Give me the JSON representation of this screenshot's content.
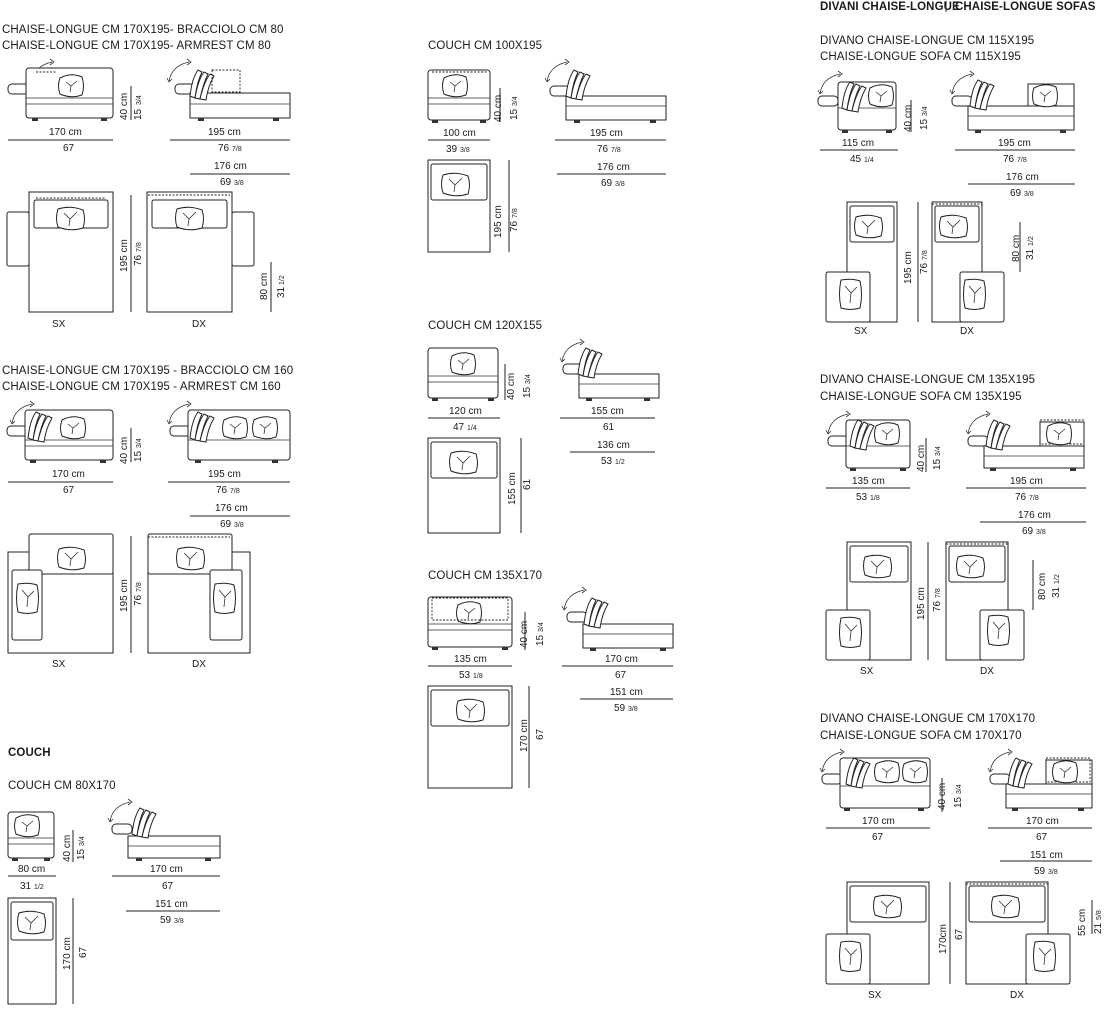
{
  "header": {
    "title_left": "DIVANI CHAISE-LONGUE",
    "title_right": "CHAISE-LONGUE SOFAS"
  },
  "labels": {
    "sx": "SX",
    "dx": "DX"
  },
  "sections": {
    "cl80": {
      "title_it": "CHAISE-LONGUE CM 170X195- BRACCIOLO CM 80",
      "title_en": "CHAISE-LONGUE CM 170X195- ARMREST CM 80",
      "dims": {
        "w_cm": "170 cm",
        "w_in": "67",
        "d_cm": "195 cm",
        "d_in": "76",
        "d_frac": "7/8",
        "s_cm": "176 cm",
        "s_in": "69",
        "s_frac": "3/8",
        "h_cm": "40 cm",
        "h_in": "15",
        "h_frac": "3/4",
        "pd_cm": "195 cm",
        "pd_in": "76",
        "pd_frac": "7/8",
        "a_cm": "80 cm",
        "a_in": "31",
        "a_frac": "1/2"
      }
    },
    "cl160": {
      "title_it": "CHAISE-LONGUE CM 170X195 - BRACCIOLO CM 160",
      "title_en": "CHAISE-LONGUE CM 170X195 - ARMREST CM 160",
      "dims": {
        "w_cm": "170 cm",
        "w_in": "67",
        "d_cm": "195 cm",
        "d_in": "76",
        "d_frac": "7/8",
        "s_cm": "176 cm",
        "s_in": "69",
        "s_frac": "3/8",
        "h_cm": "40 cm",
        "h_in": "15",
        "h_frac": "3/4",
        "pd_cm": "195 cm",
        "pd_in": "76",
        "pd_frac": "7/8"
      }
    },
    "couch": {
      "heading": "COUCH",
      "title": "COUCH CM 80X170",
      "dims": {
        "w_cm": "80 cm",
        "w_in": "31",
        "w_frac": "1/2",
        "l_cm": "170 cm",
        "l_in": "67",
        "s_cm": "151 cm",
        "s_in": "59",
        "s_frac": "3/8",
        "h_cm": "40 cm",
        "h_in": "15",
        "h_frac": "3/4",
        "pd_cm": "170 cm",
        "pd_in": "67"
      }
    },
    "c100": {
      "title": "COUCH CM 100X195",
      "dims": {
        "w_cm": "100 cm",
        "w_in": "39",
        "w_frac": "3/8",
        "l_cm": "195 cm",
        "l_in": "76",
        "l_frac": "7/8",
        "s_cm": "176 cm",
        "s_in": "69",
        "s_frac": "3/8",
        "h_cm": "40 cm",
        "h_in": "15",
        "h_frac": "3/4",
        "pd_cm": "195 cm",
        "pd_in": "76",
        "pd_frac": "7/8"
      }
    },
    "c120": {
      "title": "COUCH CM 120X155",
      "dims": {
        "w_cm": "120 cm",
        "w_in": "47",
        "w_frac": "1/4",
        "l_cm": "155 cm",
        "l_in": "61",
        "s_cm": "136 cm",
        "s_in": "53",
        "s_frac": "1/2",
        "h_cm": "40 cm",
        "h_in": "15",
        "h_frac": "3/4",
        "pd_cm": "155 cm",
        "pd_in": "61"
      }
    },
    "c135": {
      "title": "COUCH CM 135X170",
      "dims": {
        "w_cm": "135 cm",
        "w_in": "53",
        "w_frac": "1/8",
        "l_cm": "170 cm",
        "l_in": "67",
        "s_cm": "151 cm",
        "s_in": "59",
        "s_frac": "3/8",
        "h_cm": "40 cm",
        "h_in": "15",
        "h_frac": "3/4",
        "pd_cm": "170 cm",
        "pd_in": "67"
      }
    },
    "d115": {
      "title_it": "DIVANO CHAISE-LONGUE CM 115X195",
      "title_en": "CHAISE-LONGUE SOFA  CM 115X195",
      "dims": {
        "w_cm": "115 cm",
        "w_in": "45",
        "w_frac": "1/4",
        "l_cm": "195 cm",
        "l_in": "76",
        "l_frac": "7/8",
        "s_cm": "176 cm",
        "s_in": "69",
        "s_frac": "3/8",
        "h_cm": "40 cm",
        "h_in": "15",
        "h_frac": "3/4",
        "pd_cm": "195 cm",
        "pd_in": "76",
        "pd_frac": "7/8",
        "a_cm": "80 cm",
        "a_in": "31",
        "a_frac": "1/2"
      }
    },
    "d135": {
      "title_it": "DIVANO CHAISE-LONGUE CM 135X195",
      "title_en": "CHAISE-LONGUE SOFA CM 135X195",
      "dims": {
        "w_cm": "135 cm",
        "w_in": "53",
        "w_frac": "1/8",
        "l_cm": "195 cm",
        "l_in": "76",
        "l_frac": "7/8",
        "s_cm": "176 cm",
        "s_in": "69",
        "s_frac": "3/8",
        "h_cm": "40 cm",
        "h_in": "15",
        "h_frac": "3/4",
        "pd_cm": "195 cm",
        "pd_in": "76",
        "pd_frac": "7/8",
        "a_cm": "80 cm",
        "a_in": "31",
        "a_frac": "1/2"
      }
    },
    "d170": {
      "title_it": "DIVANO CHAISE-LONGUE CM 170X170",
      "title_en": "CHAISE-LONGUE SOFA CM 170X170",
      "dims": {
        "w_cm": "170 cm",
        "w_in": "67",
        "l_cm": "170 cm",
        "l_in": "67",
        "s_cm": "151 cm",
        "s_in": "59",
        "s_frac": "3/8",
        "h_cm": "40 cm",
        "h_in": "15",
        "h_frac": "3/4",
        "pd_cm": "170cm",
        "pd_in": "67",
        "a_cm": "55 cm",
        "a_in": "21",
        "a_frac": "5/8"
      }
    }
  }
}
